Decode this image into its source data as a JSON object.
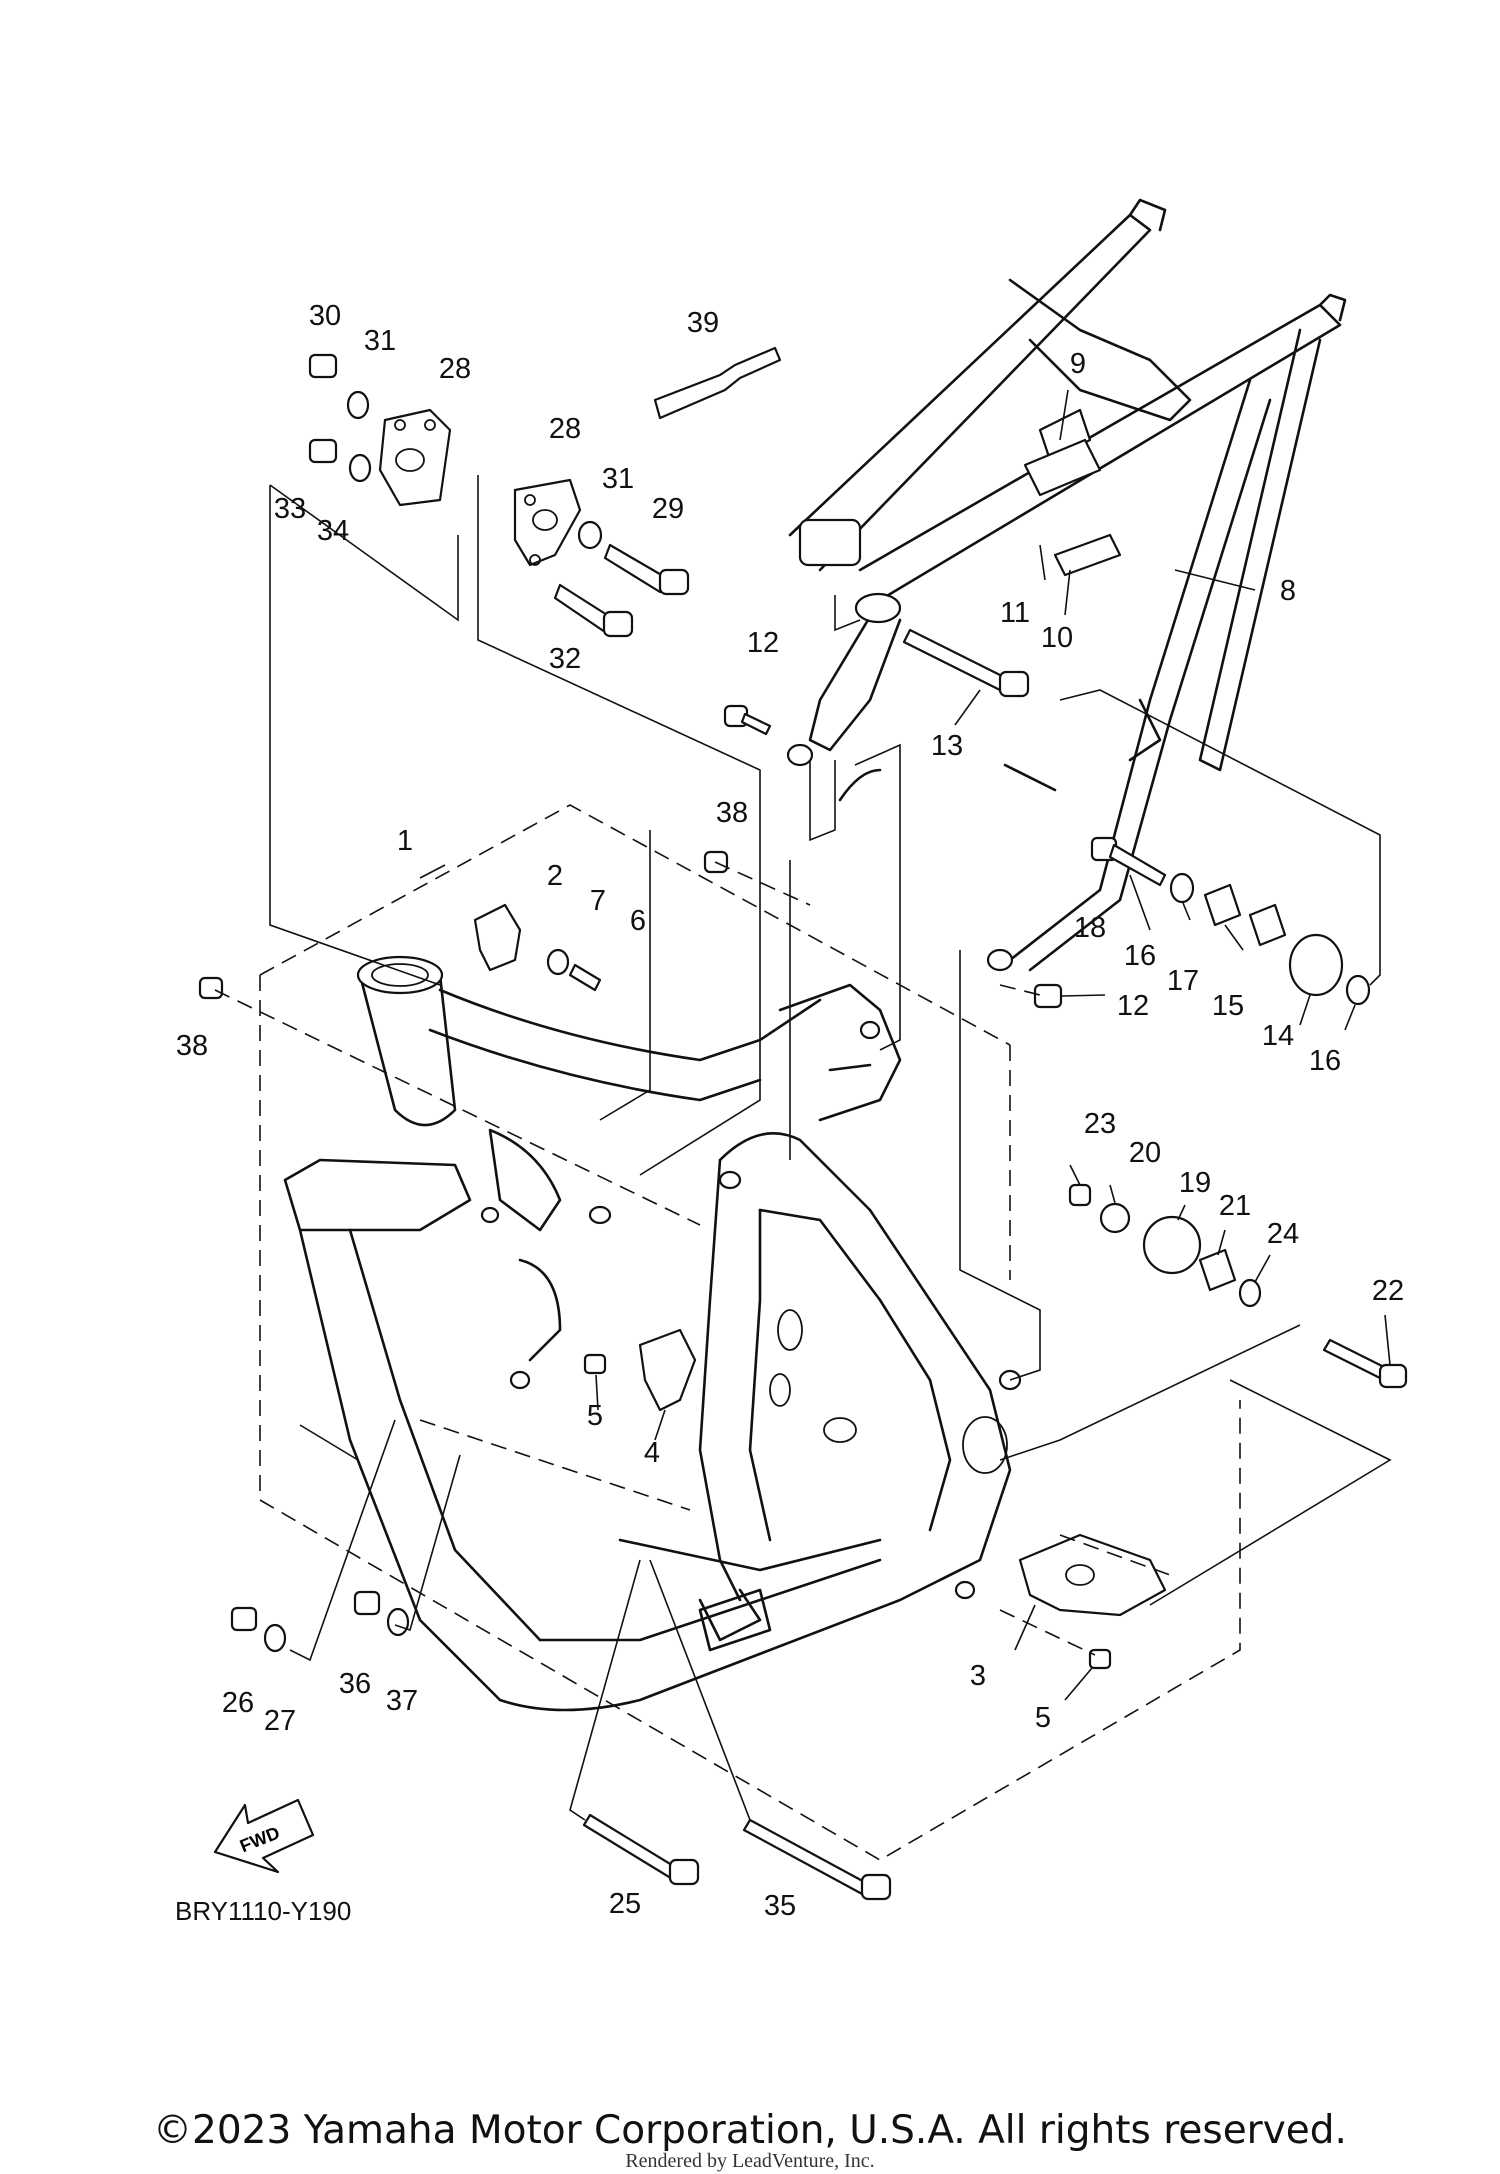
{
  "diagram": {
    "code": "BRY1110-Y190",
    "fwd_label": "FWD",
    "callouts": [
      {
        "id": "c1",
        "text": "1"
      },
      {
        "id": "c2",
        "text": "2"
      },
      {
        "id": "c3",
        "text": "3"
      },
      {
        "id": "c4",
        "text": "4"
      },
      {
        "id": "c5a",
        "text": "5"
      },
      {
        "id": "c5b",
        "text": "5"
      },
      {
        "id": "c6",
        "text": "6"
      },
      {
        "id": "c7",
        "text": "7"
      },
      {
        "id": "c8",
        "text": "8"
      },
      {
        "id": "c9",
        "text": "9"
      },
      {
        "id": "c10",
        "text": "10"
      },
      {
        "id": "c11",
        "text": "11"
      },
      {
        "id": "c12a",
        "text": "12"
      },
      {
        "id": "c12b",
        "text": "12"
      },
      {
        "id": "c13",
        "text": "13"
      },
      {
        "id": "c14",
        "text": "14"
      },
      {
        "id": "c15",
        "text": "15"
      },
      {
        "id": "c16a",
        "text": "16"
      },
      {
        "id": "c16b",
        "text": "16"
      },
      {
        "id": "c17",
        "text": "17"
      },
      {
        "id": "c18",
        "text": "18"
      },
      {
        "id": "c19",
        "text": "19"
      },
      {
        "id": "c20",
        "text": "20"
      },
      {
        "id": "c21",
        "text": "21"
      },
      {
        "id": "c22",
        "text": "22"
      },
      {
        "id": "c23",
        "text": "23"
      },
      {
        "id": "c24",
        "text": "24"
      },
      {
        "id": "c25",
        "text": "25"
      },
      {
        "id": "c26",
        "text": "26"
      },
      {
        "id": "c27",
        "text": "27"
      },
      {
        "id": "c28a",
        "text": "28"
      },
      {
        "id": "c28b",
        "text": "28"
      },
      {
        "id": "c29",
        "text": "29"
      },
      {
        "id": "c30",
        "text": "30"
      },
      {
        "id": "c31a",
        "text": "31"
      },
      {
        "id": "c31b",
        "text": "31"
      },
      {
        "id": "c32",
        "text": "32"
      },
      {
        "id": "c33",
        "text": "33"
      },
      {
        "id": "c34",
        "text": "34"
      },
      {
        "id": "c35",
        "text": "35"
      },
      {
        "id": "c36",
        "text": "36"
      },
      {
        "id": "c37",
        "text": "37"
      },
      {
        "id": "c38a",
        "text": "38"
      },
      {
        "id": "c38b",
        "text": "38"
      },
      {
        "id": "c39",
        "text": "39"
      }
    ]
  },
  "footer": {
    "copyright": "©2023 Yamaha Motor Corporation, U.S.A. All rights reserved.",
    "rendered_by": "Rendered by LeadVenture, Inc."
  }
}
